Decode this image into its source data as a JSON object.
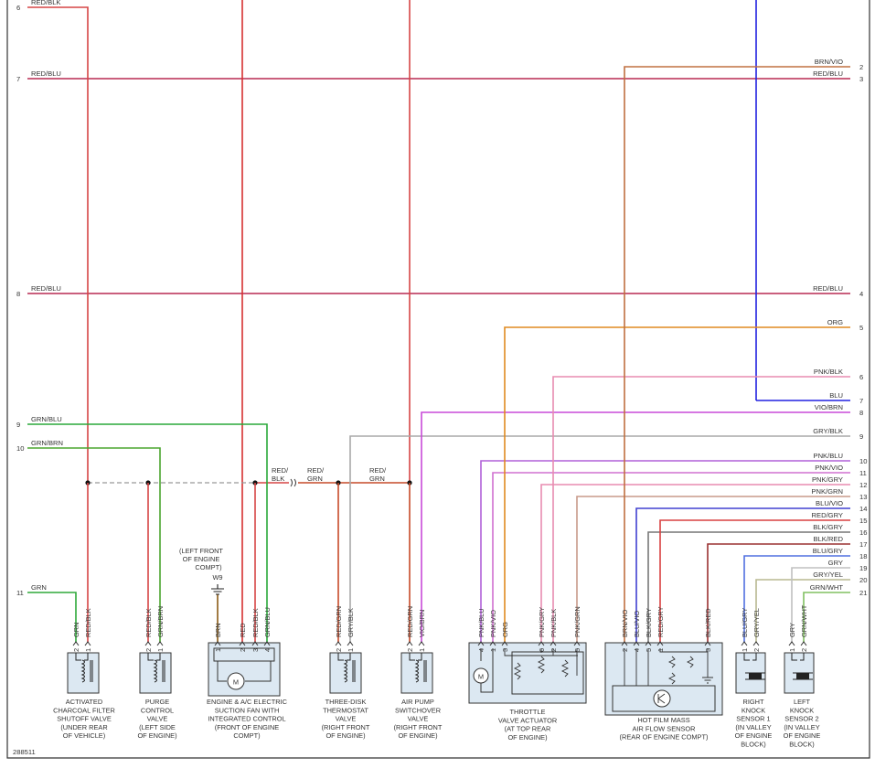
{
  "diagram_id": "288511",
  "colors": {
    "red_blk": "#d64545",
    "red_blu": "#b82a52",
    "grn_blu": "#2aa83a",
    "grn_brn": "#4aa52e",
    "grn": "#2fa93a",
    "brn": "#8b5a14",
    "red": "#d63030",
    "red_grn": "#c64a28",
    "gry_blk": "#a8a8a8",
    "vio_brn": "#c84ad8",
    "pnk_blu": "#b060d8",
    "pnk_vio": "#d070d0",
    "org": "#e08a20",
    "pnk_gry": "#e88cb0",
    "pnk_blk": "#e88cb0",
    "pnk_grn": "#c89a8a",
    "brn_vio": "#c07040",
    "blu_vio": "#4040d0",
    "blk_gry": "#777777",
    "red_gry": "#d84040",
    "blk_red": "#9a3030",
    "blu_gry": "#5070e0",
    "gry_yel": "#b8b890",
    "grn_wht": "#80c060",
    "blu": "#2020e0",
    "box_fill": "#dce8f2",
    "outline": "#333333"
  },
  "left_rows": [
    {
      "num": "6",
      "label": "RED/BLK"
    },
    {
      "num": "7",
      "label": "RED/BLU"
    },
    {
      "num": "8",
      "label": "RED/BLU"
    },
    {
      "num": "9",
      "label": "GRN/BLU"
    },
    {
      "num": "10",
      "label": "GRN/BRN"
    },
    {
      "num": "11",
      "label": "GRN"
    }
  ],
  "right_rows": [
    {
      "num": "2",
      "label": "BRN/VIO"
    },
    {
      "num": "3",
      "label": "RED/BLU"
    },
    {
      "num": "4",
      "label": "RED/BLU"
    },
    {
      "num": "5",
      "label": "ORG"
    },
    {
      "num": "6",
      "label": "PNK/BLK"
    },
    {
      "num": "7",
      "label": "BLU"
    },
    {
      "num": "8",
      "label": "VIO/BRN"
    },
    {
      "num": "9",
      "label": "GRY/BLK"
    },
    {
      "num": "10",
      "label": "PNK/BLU"
    },
    {
      "num": "11",
      "label": "PNK/VIO"
    },
    {
      "num": "12",
      "label": "PNK/GRY"
    },
    {
      "num": "13",
      "label": "PNK/GRN"
    },
    {
      "num": "14",
      "label": "BLU/VIO"
    },
    {
      "num": "15",
      "label": "RED/GRY"
    },
    {
      "num": "16",
      "label": "BLK/GRY"
    },
    {
      "num": "17",
      "label": "BLK/RED"
    },
    {
      "num": "18",
      "label": "BLU/GRY"
    },
    {
      "num": "19",
      "label": "GRY"
    },
    {
      "num": "20",
      "label": "GRY/YEL"
    },
    {
      "num": "21",
      "label": "GRN/WHT"
    }
  ],
  "splice_labels": {
    "red_blk": [
      "RED/",
      "BLK"
    ],
    "red_grn_a": [
      "RED/",
      "GRN"
    ],
    "red_grn_b": [
      "RED/",
      "GRN"
    ]
  },
  "ground": {
    "id": "W9",
    "caption": [
      "(LEFT FRONT",
      "OF ENGINE",
      "COMPT)"
    ]
  },
  "components": [
    {
      "id": "charcoal",
      "caption": [
        "ACTIVATED",
        "CHARCOAL FILTER",
        "SHUTOFF VALVE",
        "(UNDER REAR",
        "OF VEHICLE)"
      ],
      "pins": [
        {
          "n": "2",
          "wire": "GRN"
        },
        {
          "n": "1",
          "wire": "RED/BLK"
        }
      ]
    },
    {
      "id": "purge",
      "caption": [
        "PURGE",
        "CONTROL",
        "VALVE",
        "(LEFT SIDE",
        "OF ENGINE)"
      ],
      "pins": [
        {
          "n": "2",
          "wire": "RED/BLK"
        },
        {
          "n": "1",
          "wire": "GRN/BRN"
        }
      ]
    },
    {
      "id": "fan",
      "caption": [
        "ENGINE & A/C ELECTRIC",
        "SUCTION FAN WITH",
        "INTEGRATED CONTROL",
        "(FRONT OF ENGINE",
        "COMPT)"
      ],
      "pins": [
        {
          "n": "1",
          "wire": "BRN"
        },
        {
          "n": "2",
          "wire": "RED"
        },
        {
          "n": "3",
          "wire": "RED/BLK"
        },
        {
          "n": "4",
          "wire": "GRN/BLU"
        }
      ]
    },
    {
      "id": "thermostat",
      "caption": [
        "THREE-DISK",
        "THERMOSTAT",
        "VALVE",
        "(RIGHT FRONT",
        "OF ENGINE)"
      ],
      "pins": [
        {
          "n": "2",
          "wire": "RED/GRN"
        },
        {
          "n": "1",
          "wire": "GRY/BLK"
        }
      ]
    },
    {
      "id": "airpump",
      "caption": [
        "AIR PUMP",
        "SWITCHOVER",
        "VALVE",
        "(RIGHT FRONT",
        "OF ENGINE)"
      ],
      "pins": [
        {
          "n": "2",
          "wire": "RED/GRN"
        },
        {
          "n": "1",
          "wire": "VIO/BRN"
        }
      ]
    },
    {
      "id": "throttle",
      "caption": [
        "THROTTLE",
        "VALVE ACTUATOR",
        "(AT TOP REAR",
        "OF ENGINE)"
      ],
      "pins": [
        {
          "n": "4",
          "wire": "PNK/BLU"
        },
        {
          "n": "1",
          "wire": "PNK/VIO"
        },
        {
          "n": "3",
          "wire": "ORG"
        },
        {
          "n": "6",
          "wire": "PNK/GRY"
        },
        {
          "n": "2",
          "wire": "PNK/BLK"
        },
        {
          "n": "5",
          "wire": "PNK/GRN"
        }
      ]
    },
    {
      "id": "maf",
      "caption": [
        "HOT FILM MASS",
        "AIR FLOW SENSOR",
        "(REAR OF ENGINE COMPT)"
      ],
      "pins": [
        {
          "n": "2",
          "wire": "BRN/VIO"
        },
        {
          "n": "4",
          "wire": "BLU/VIO"
        },
        {
          "n": "5",
          "wire": "BLK/GRY"
        },
        {
          "n": "1",
          "wire": "RED/GRY"
        },
        {
          "n": "3",
          "wire": "BLK/RED"
        }
      ]
    },
    {
      "id": "knock1",
      "caption": [
        "RIGHT",
        "KNOCK",
        "SENSOR 1",
        "(IN VALLEY",
        "OF ENGINE",
        "BLOCK)"
      ],
      "pins": [
        {
          "n": "1",
          "wire": "BLU/GRY"
        },
        {
          "n": "2",
          "wire": "GRY/YEL"
        }
      ]
    },
    {
      "id": "knock2",
      "caption": [
        "LEFT",
        "KNOCK",
        "SENSOR 2",
        "(IN VALLEY",
        "OF ENGINE",
        "BLOCK)"
      ],
      "pins": [
        {
          "n": "1",
          "wire": "GRY"
        },
        {
          "n": "2",
          "wire": "GRN/WHT"
        }
      ]
    }
  ]
}
